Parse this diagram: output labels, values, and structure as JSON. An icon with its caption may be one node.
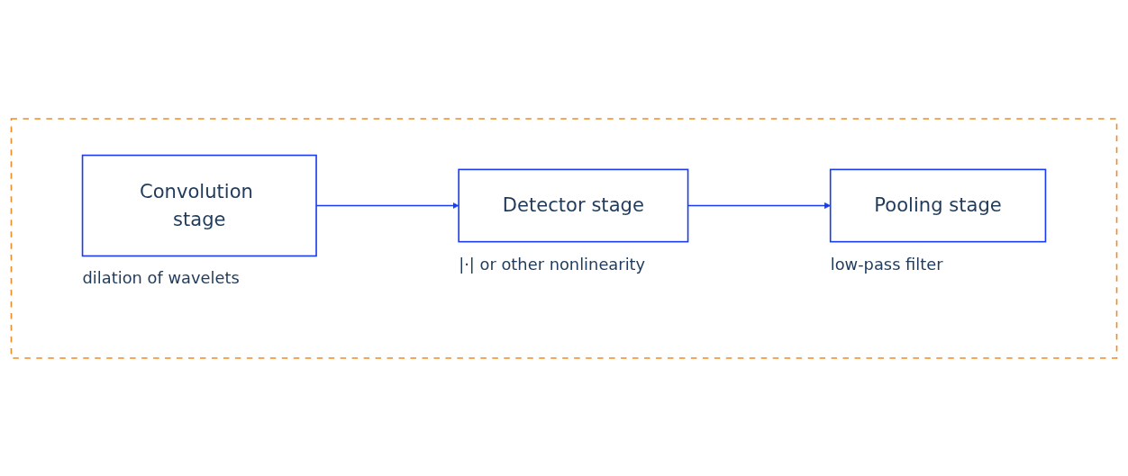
{
  "diagram": {
    "nodes": [
      {
        "text": [],
        "shape": "box"
      },
      {
        "text": [
          "Convolution stage"
        ],
        "in": 0,
        "beside": [
          "dilation of wavelets"
        ]
      },
      {
        "text": [
          "Detector stage"
        ],
        "in": 0,
        "beside": [
          "|·| or other nonlinearity"
        ]
      },
      {
        "text": [
          "Pooling stage"
        ],
        "in": 0,
        "beside": [
          "low-pass filter"
        ]
      }
    ],
    "edges": [
      {
        "from": 1,
        "to": 2,
        "arrow": "to"
      },
      {
        "from": 2,
        "to": 3,
        "arrow": "to"
      }
    ]
  }
}
